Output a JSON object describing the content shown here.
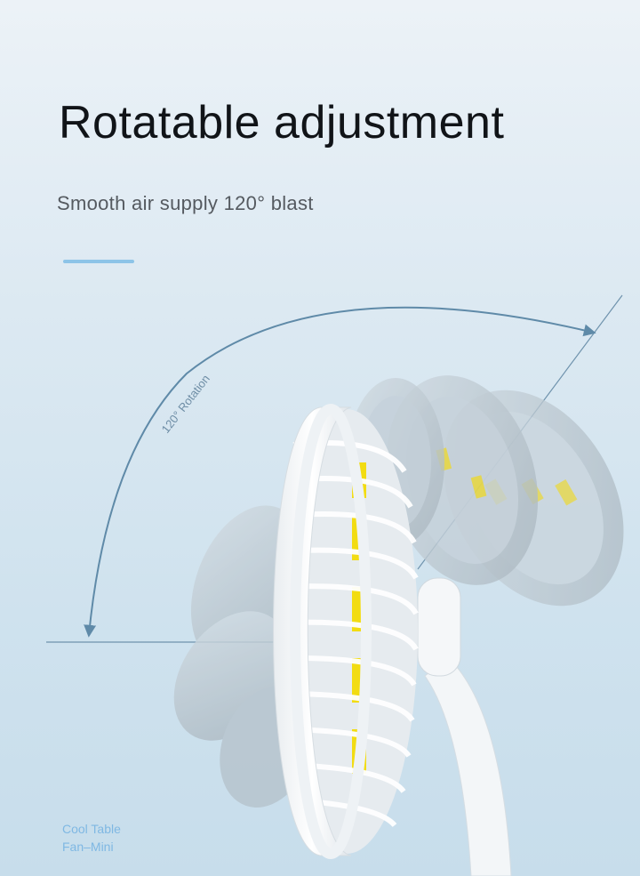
{
  "headline": "Rotatable adjustment",
  "subline": "Smooth air supply 120° blast",
  "rotation_label": "120° Rotation",
  "brand": {
    "line1": "Cool Table",
    "line2": "Fan–Mini"
  },
  "colors": {
    "accent_bar": "#8dc4e8",
    "arc": "#5f8aa8",
    "fan_body": "#ffffff",
    "fan_ghost": "#b9c6cf",
    "blade_yellow": "#f2dc12",
    "brand_text": "#7fb8e3"
  },
  "icons": [
    "arrow-arc-icon",
    "fan-illustration"
  ]
}
